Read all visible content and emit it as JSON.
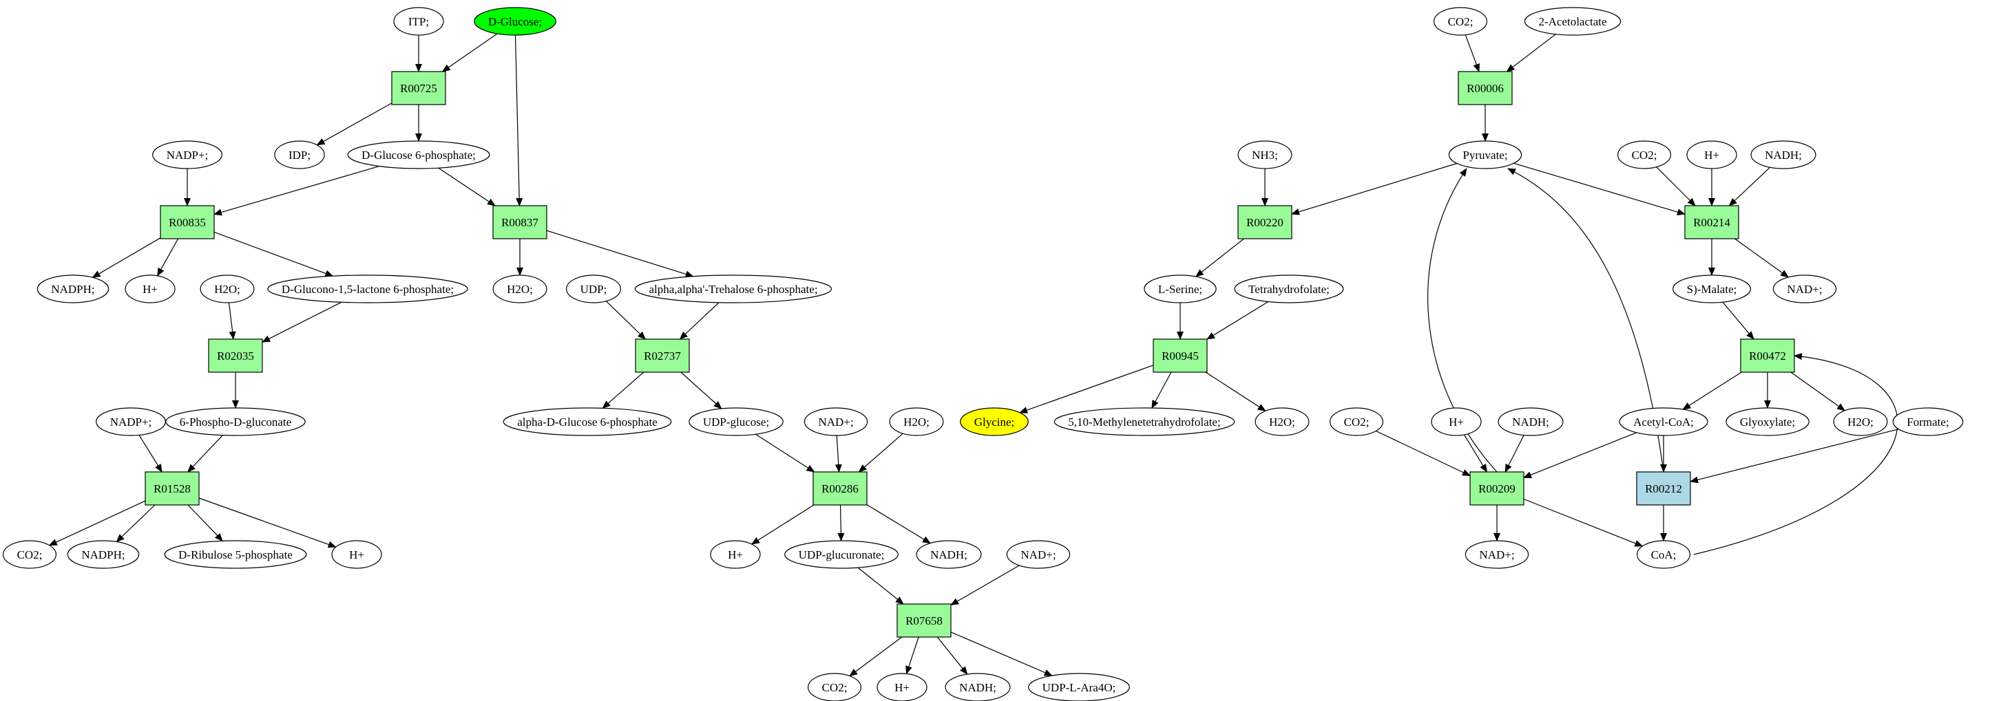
{
  "colors": {
    "compound_fill": "#ffffff",
    "reaction_fill": "#98fb98",
    "reaction_alt_fill": "#add8e6",
    "source_fill": "#00ff00",
    "target_fill": "#ffff00",
    "stroke": "#000000"
  },
  "nodes": [
    {
      "id": "itp",
      "label": "ITP;",
      "kind": "compound"
    },
    {
      "id": "glc",
      "label": "D-Glucose;",
      "kind": "compound",
      "highlight": "source"
    },
    {
      "id": "r725",
      "label": "R00725",
      "kind": "reaction"
    },
    {
      "id": "nadpp1",
      "label": "NADP+;",
      "kind": "compound"
    },
    {
      "id": "idp",
      "label": "IDP;",
      "kind": "compound"
    },
    {
      "id": "g6p",
      "label": "D-Glucose 6-phosphate;",
      "kind": "compound"
    },
    {
      "id": "r835",
      "label": "R00835",
      "kind": "reaction"
    },
    {
      "id": "r837",
      "label": "R00837",
      "kind": "reaction"
    },
    {
      "id": "nadph1",
      "label": "NADPH;",
      "kind": "compound"
    },
    {
      "id": "h1",
      "label": "H+",
      "kind": "compound"
    },
    {
      "id": "h2o1",
      "label": "H2O;",
      "kind": "compound"
    },
    {
      "id": "glucono",
      "label": "D-Glucono-1,5-lactone 6-phosphate;",
      "kind": "compound"
    },
    {
      "id": "h2o2",
      "label": "H2O;",
      "kind": "compound"
    },
    {
      "id": "udp",
      "label": "UDP;",
      "kind": "compound"
    },
    {
      "id": "treha",
      "label": "alpha,alpha'-Trehalose 6-phosphate;",
      "kind": "compound"
    },
    {
      "id": "r2035",
      "label": "R02035",
      "kind": "reaction"
    },
    {
      "id": "r2737",
      "label": "R02737",
      "kind": "reaction"
    },
    {
      "id": "nadpp2",
      "label": "NADP+;",
      "kind": "compound"
    },
    {
      "id": "pgluc",
      "label": "6-Phospho-D-gluconate",
      "kind": "compound"
    },
    {
      "id": "ag6p",
      "label": "alpha-D-Glucose 6-phosphate",
      "kind": "compound"
    },
    {
      "id": "udpg",
      "label": "UDP-glucose;",
      "kind": "compound"
    },
    {
      "id": "r1528",
      "label": "R01528",
      "kind": "reaction"
    },
    {
      "id": "co2a",
      "label": "CO2;",
      "kind": "compound"
    },
    {
      "id": "nadph2",
      "label": "NADPH;",
      "kind": "compound"
    },
    {
      "id": "rib",
      "label": "D-Ribulose 5-phosphate",
      "kind": "compound"
    },
    {
      "id": "h2",
      "label": "H+",
      "kind": "compound"
    },
    {
      "id": "nadp_a",
      "label": "NAD+;",
      "kind": "compound"
    },
    {
      "id": "h2o3",
      "label": "H2O;",
      "kind": "compound"
    },
    {
      "id": "r286",
      "label": "R00286",
      "kind": "reaction"
    },
    {
      "id": "h3",
      "label": "H+",
      "kind": "compound"
    },
    {
      "id": "udpgluc",
      "label": "UDP-glucuronate;",
      "kind": "compound"
    },
    {
      "id": "nadh1",
      "label": "NADH;",
      "kind": "compound"
    },
    {
      "id": "nadp_b",
      "label": "NAD+;",
      "kind": "compound"
    },
    {
      "id": "r7658",
      "label": "R07658",
      "kind": "reaction"
    },
    {
      "id": "co2b",
      "label": "CO2;",
      "kind": "compound"
    },
    {
      "id": "h4",
      "label": "H+",
      "kind": "compound"
    },
    {
      "id": "nadh2",
      "label": "NADH;",
      "kind": "compound"
    },
    {
      "id": "udpara",
      "label": "UDP-L-Ara4O;",
      "kind": "compound"
    },
    {
      "id": "co2c",
      "label": "CO2;",
      "kind": "compound"
    },
    {
      "id": "aceto",
      "label": "2-Acetolactate",
      "kind": "compound"
    },
    {
      "id": "r6",
      "label": "R00006",
      "kind": "reaction"
    },
    {
      "id": "nh3",
      "label": "NH3;",
      "kind": "compound"
    },
    {
      "id": "pyr",
      "label": "Pyruvate;",
      "kind": "compound"
    },
    {
      "id": "co2d",
      "label": "CO2;",
      "kind": "compound"
    },
    {
      "id": "h5",
      "label": "H+",
      "kind": "compound"
    },
    {
      "id": "nadh3",
      "label": "NADH;",
      "kind": "compound"
    },
    {
      "id": "r220",
      "label": "R00220",
      "kind": "reaction"
    },
    {
      "id": "r214",
      "label": "R00214",
      "kind": "reaction"
    },
    {
      "id": "ser",
      "label": "L-Serine;",
      "kind": "compound"
    },
    {
      "id": "thf",
      "label": "Tetrahydrofolate;",
      "kind": "compound"
    },
    {
      "id": "mal",
      "label": "S)-Malate;",
      "kind": "compound"
    },
    {
      "id": "nadp_c",
      "label": "NAD+;",
      "kind": "compound"
    },
    {
      "id": "r945",
      "label": "R00945",
      "kind": "reaction"
    },
    {
      "id": "r472",
      "label": "R00472",
      "kind": "reaction"
    },
    {
      "id": "gly",
      "label": "Glycine;",
      "kind": "compound",
      "highlight": "target"
    },
    {
      "id": "mthf",
      "label": "5,10-Methylenetetrahydrofolate;",
      "kind": "compound"
    },
    {
      "id": "h2o4",
      "label": "H2O;",
      "kind": "compound"
    },
    {
      "id": "co2e",
      "label": "CO2;",
      "kind": "compound"
    },
    {
      "id": "h6",
      "label": "H+",
      "kind": "compound"
    },
    {
      "id": "nadh4",
      "label": "NADH;",
      "kind": "compound"
    },
    {
      "id": "accoa",
      "label": "Acetyl-CoA;",
      "kind": "compound"
    },
    {
      "id": "glyox",
      "label": "Glyoxylate;",
      "kind": "compound"
    },
    {
      "id": "h2o5",
      "label": "H2O;",
      "kind": "compound"
    },
    {
      "id": "formate",
      "label": "Formate;",
      "kind": "compound"
    },
    {
      "id": "r209",
      "label": "R00209",
      "kind": "reaction"
    },
    {
      "id": "r212",
      "label": "R00212",
      "kind": "reaction",
      "alt": true
    },
    {
      "id": "nadp_d",
      "label": "NAD+;",
      "kind": "compound"
    },
    {
      "id": "coa",
      "label": "CoA;",
      "kind": "compound"
    }
  ],
  "edges": [
    [
      "itp",
      "r725"
    ],
    [
      "glc",
      "r725"
    ],
    [
      "glc",
      "r837"
    ],
    [
      "r725",
      "idp"
    ],
    [
      "r725",
      "g6p"
    ],
    [
      "nadpp1",
      "r835"
    ],
    [
      "g6p",
      "r835"
    ],
    [
      "g6p",
      "r837"
    ],
    [
      "r835",
      "nadph1"
    ],
    [
      "r835",
      "h1"
    ],
    [
      "r835",
      "glucono"
    ],
    [
      "r837",
      "h2o2"
    ],
    [
      "r837",
      "treha"
    ],
    [
      "h2o1",
      "r2035"
    ],
    [
      "glucono",
      "r2035"
    ],
    [
      "r2035",
      "pgluc"
    ],
    [
      "udp",
      "r2737"
    ],
    [
      "treha",
      "r2737"
    ],
    [
      "r2737",
      "ag6p"
    ],
    [
      "r2737",
      "udpg"
    ],
    [
      "nadpp2",
      "r1528"
    ],
    [
      "pgluc",
      "r1528"
    ],
    [
      "r1528",
      "co2a"
    ],
    [
      "r1528",
      "nadph2"
    ],
    [
      "r1528",
      "rib"
    ],
    [
      "r1528",
      "h2"
    ],
    [
      "udpg",
      "r286"
    ],
    [
      "nadp_a",
      "r286"
    ],
    [
      "h2o3",
      "r286"
    ],
    [
      "r286",
      "h3"
    ],
    [
      "r286",
      "udpgluc"
    ],
    [
      "r286",
      "nadh1"
    ],
    [
      "udpgluc",
      "r7658"
    ],
    [
      "nadp_b",
      "r7658"
    ],
    [
      "r7658",
      "co2b"
    ],
    [
      "r7658",
      "h4"
    ],
    [
      "r7658",
      "nadh2"
    ],
    [
      "r7658",
      "udpara"
    ],
    [
      "co2c",
      "r6"
    ],
    [
      "aceto",
      "r6"
    ],
    [
      "r6",
      "pyr"
    ],
    [
      "nh3",
      "r220"
    ],
    [
      "pyr",
      "r220"
    ],
    [
      "r220",
      "ser"
    ],
    [
      "pyr",
      "r214"
    ],
    [
      "co2d",
      "r214"
    ],
    [
      "h5",
      "r214"
    ],
    [
      "nadh3",
      "r214"
    ],
    [
      "r214",
      "mal"
    ],
    [
      "r214",
      "nadp_c"
    ],
    [
      "ser",
      "r945"
    ],
    [
      "thf",
      "r945"
    ],
    [
      "r945",
      "gly"
    ],
    [
      "r945",
      "mthf"
    ],
    [
      "r945",
      "h2o4"
    ],
    [
      "mal",
      "r472"
    ],
    [
      "r472",
      "accoa"
    ],
    [
      "r472",
      "glyox"
    ],
    [
      "r472",
      "h2o5"
    ],
    [
      "co2e",
      "r209"
    ],
    [
      "h6",
      "r209"
    ],
    [
      "nadh4",
      "r209"
    ],
    [
      "accoa",
      "r209"
    ],
    [
      "r209",
      "pyr"
    ],
    [
      "r209",
      "nadp_d"
    ],
    [
      "r209",
      "coa"
    ],
    [
      "accoa",
      "r212"
    ],
    [
      "formate",
      "r212"
    ],
    [
      "r212",
      "pyr"
    ],
    [
      "r212",
      "coa"
    ],
    [
      "coa",
      "r472"
    ]
  ]
}
